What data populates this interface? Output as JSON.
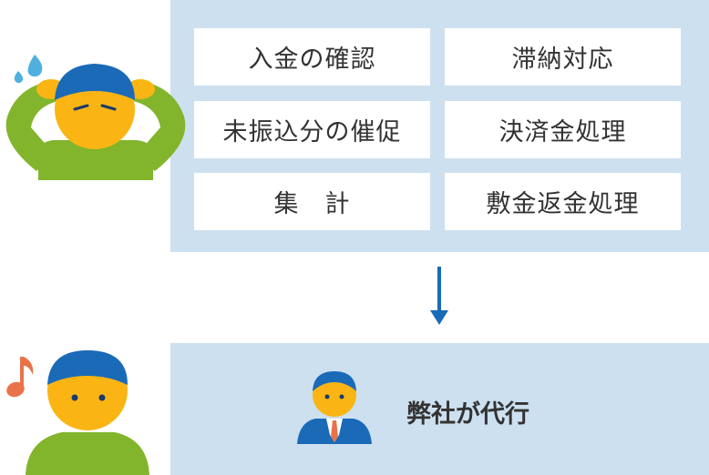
{
  "tasks": [
    "入金の確認",
    "滞納対応",
    "未振込分の催促",
    "決済金処理",
    "集　計",
    "敷金返金処理"
  ],
  "service_label": "弊社が代行",
  "colors": {
    "panel": "#cde0f0",
    "hair": "#1a6ab8",
    "skin": "#fab514",
    "shirt": "#82b52c",
    "sweat": "#4fb0e0",
    "music_note": "#e8734a",
    "suit": "#1a6ab8",
    "tie": "#e8734a",
    "arrow": "#1a6ab8",
    "text": "#333333"
  },
  "icons": [
    "worried-person-icon",
    "happy-person-icon",
    "sweat-drop-icon",
    "music-note-icon",
    "staff-icon",
    "down-arrow-icon"
  ]
}
